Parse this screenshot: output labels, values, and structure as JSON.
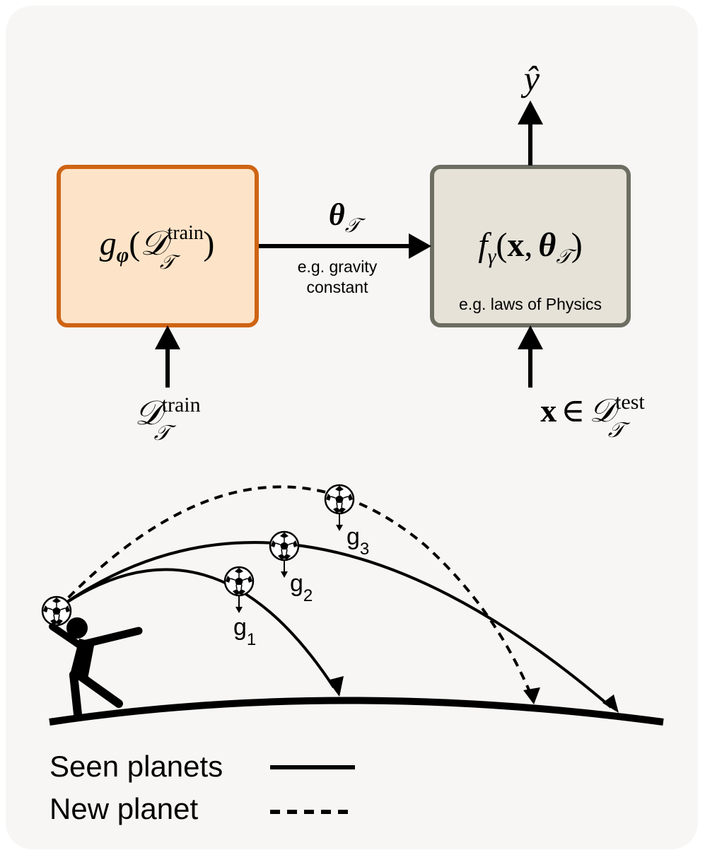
{
  "encoder_box": {
    "label_main": "g",
    "label_sub": "φ",
    "label_paren_open": "(",
    "label_D": "𝒟",
    "label_sup": "train",
    "label_subT": "𝒯",
    "label_paren_close": ")",
    "fill": "#fde4c8",
    "border": "#cf6414"
  },
  "model_box": {
    "label_main": "f",
    "label_sub": "γ",
    "label_args_open": "(",
    "label_x": "x",
    "label_comma": ",",
    "label_theta": "θ",
    "label_thetaT": "𝒯",
    "label_args_close": ")",
    "caption": "e.g. laws of Physics",
    "fill": "#e6e2d8",
    "border": "#6d6e62"
  },
  "arrow_label": {
    "theta": "θ",
    "theta_sub": "𝒯",
    "caption_line1": "e.g. gravity",
    "caption_line2": "constant"
  },
  "output": {
    "y_hat": "ŷ"
  },
  "train_input": {
    "D": "𝒟",
    "sup": "train",
    "sub": "𝒯"
  },
  "test_input": {
    "x": "x",
    "in": "∈",
    "D": "𝒟",
    "sup": "test",
    "sub": "𝒯"
  },
  "gravity_labels": [
    {
      "g": "g",
      "sub": "1"
    },
    {
      "g": "g",
      "sub": "2"
    },
    {
      "g": "g",
      "sub": "3"
    }
  ],
  "legend": {
    "seen_label": "Seen planets",
    "new_label": "New planet"
  }
}
